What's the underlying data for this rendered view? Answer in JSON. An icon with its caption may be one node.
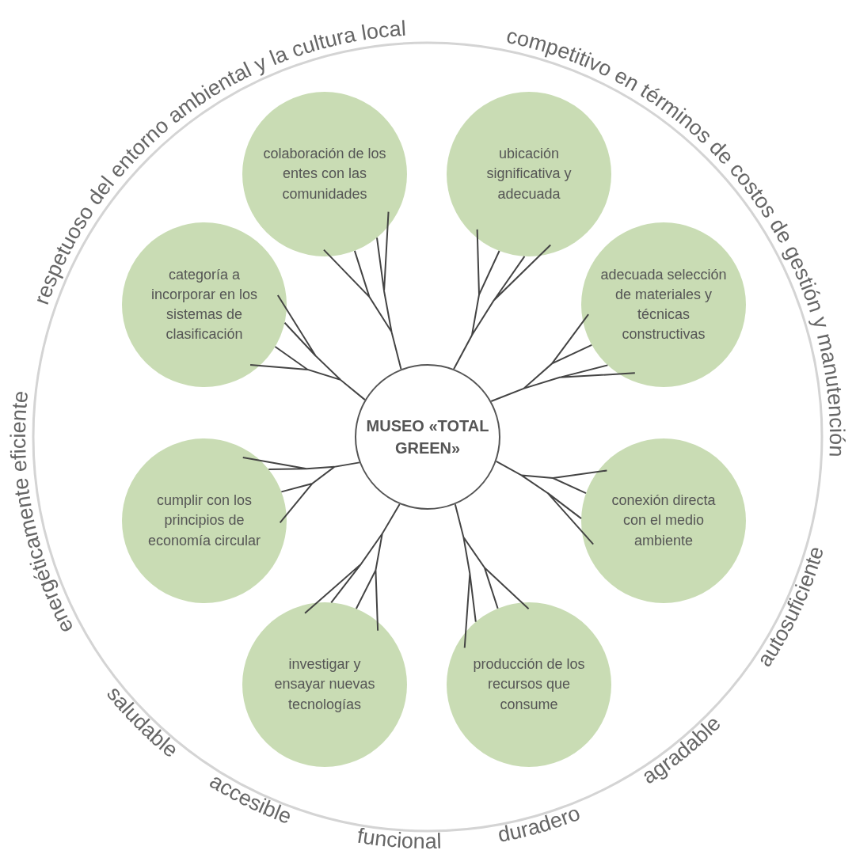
{
  "diagram": {
    "nodes": [
      {
        "text": [
          "MUSEO «TOTAL GREEN»"
        ]
      },
      {
        "text": [
          "colaboración de los entes con las comunidades"
        ]
      },
      {
        "text": [
          "ubicación significativa y adecuada"
        ]
      },
      {
        "text": [
          "categoría a incorporar en los sistemas de clasificación"
        ]
      },
      {
        "text": [
          "adecuada selección de materiales y técnicas constructivas"
        ]
      },
      {
        "text": [
          "cumplir con los principios de economía circular"
        ]
      },
      {
        "text": [
          "conexión directa con el medio ambiente"
        ]
      },
      {
        "text": [
          "investigar y ensayar nuevas tecnologías"
        ]
      },
      {
        "text": [
          "producción de los recursos que consume"
        ]
      }
    ],
    "edges": [
      {
        "from": 0,
        "to": 1,
        "arrow": "none"
      },
      {
        "from": 0,
        "to": 2,
        "arrow": "none"
      },
      {
        "from": 0,
        "to": 3,
        "arrow": "none"
      },
      {
        "from": 0,
        "to": 4,
        "arrow": "none"
      },
      {
        "from": 0,
        "to": 5,
        "arrow": "none"
      },
      {
        "from": 0,
        "to": 6,
        "arrow": "none"
      },
      {
        "from": 0,
        "to": 7,
        "arrow": "none"
      },
      {
        "from": 0,
        "to": 8,
        "arrow": "none"
      }
    ],
    "labels": [
      "respetuoso del entorno ambiental y la cultura local",
      "competitivo en términos de costos de gestión y manutención",
      "energéticamente eficiente",
      "autosuficiente",
      "saludable",
      "agradable",
      "accesible",
      "duradero",
      "funcional"
    ]
  }
}
